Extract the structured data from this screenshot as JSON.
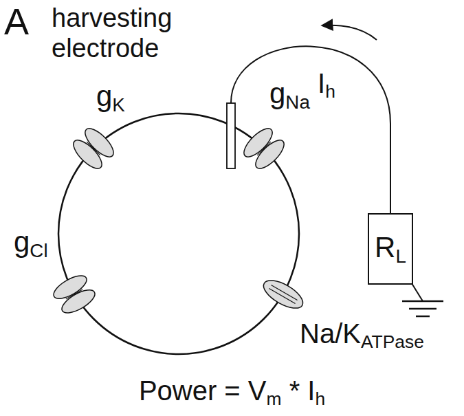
{
  "diagram": {
    "nodes": [
      {
        "text": [
          "RL"
        ]
      }
    ],
    "labels": [
      "A",
      "harvesting electrode",
      "gK",
      "gNa",
      "gCl",
      "Na/KATPase",
      "Ih",
      "Power = Vm * Ih"
    ]
  }
}
